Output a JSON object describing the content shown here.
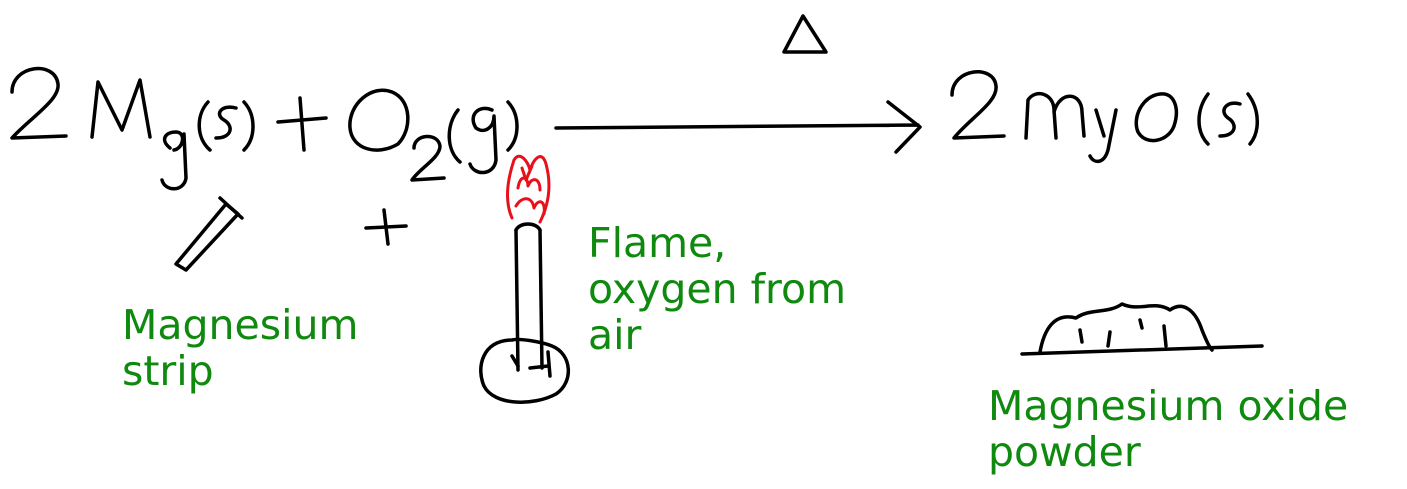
{
  "equation": {
    "text": "2 Mg (s) + O2 (g) → 2 MgO (s)",
    "condition": "Δ"
  },
  "labels": {
    "strip_line1": "Magnesium",
    "strip_line2": "strip",
    "flame_line1": "Flame,",
    "flame_line2": "oxygen from",
    "flame_line3": "air",
    "oxide_line1": "Magnesium oxide",
    "oxide_line2": "powder"
  },
  "colors": {
    "ink": "#000000",
    "label": "#0f8a0f",
    "flame": "#e8101a"
  }
}
